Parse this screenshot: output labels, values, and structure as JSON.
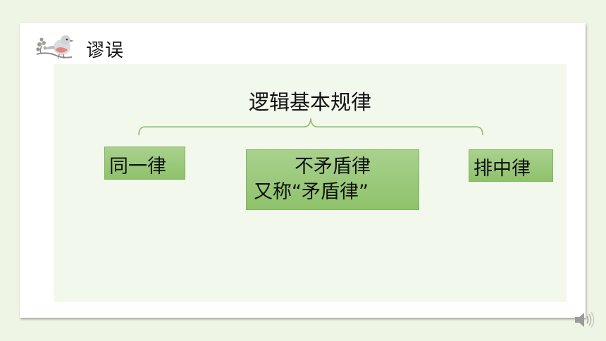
{
  "slide": {
    "title": "谬误"
  },
  "diagram": {
    "heading": "逻辑基本规律",
    "items": [
      {
        "label": "同一律"
      },
      {
        "label_line1": "不矛盾律",
        "label_line2": "又称“矛盾律”"
      },
      {
        "label": "排中律"
      }
    ]
  },
  "icons": {
    "decoration": "bird-on-branch-icon",
    "audio": "speaker-icon"
  },
  "colors": {
    "page_background": "#eef5e4",
    "content_background": "#f3f8ed",
    "box_fill": "#a9d18e",
    "brace_line": "#8cc26a"
  }
}
